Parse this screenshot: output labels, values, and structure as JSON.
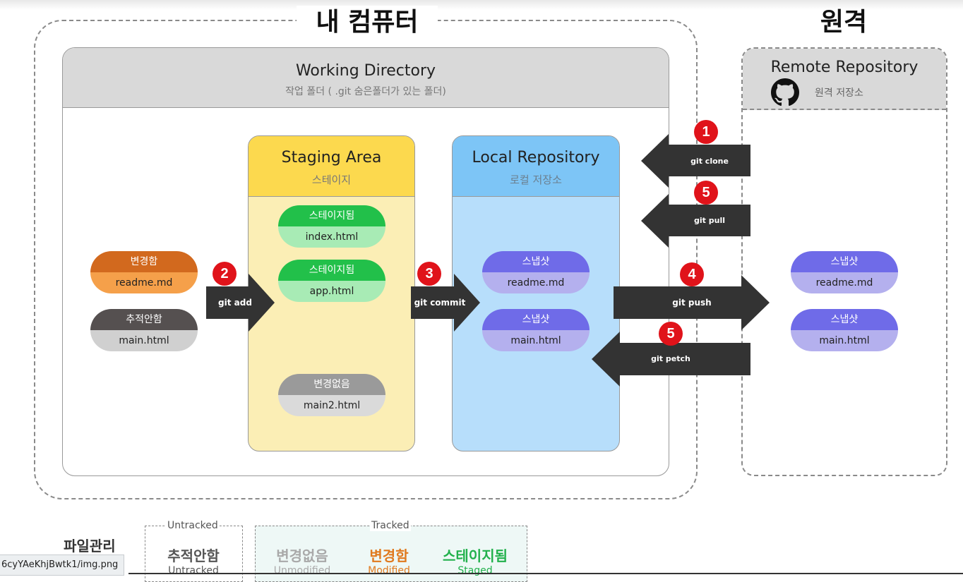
{
  "titles": {
    "local": "내 컴퓨터",
    "remote": "원격"
  },
  "working_dir": {
    "title": "Working Directory",
    "subtitle": "작업 폴더 ( .git 숨은폴더가 있는 폴더)"
  },
  "staging": {
    "title": "Staging Area",
    "subtitle": "스테이지"
  },
  "local_repo": {
    "title": "Local Repository",
    "subtitle": "로컬 저장소"
  },
  "remote_repo": {
    "title": "Remote Repository",
    "subtitle": "원격 저장소"
  },
  "pills": {
    "wd_modified": {
      "status": "변경함",
      "file": "readme.md"
    },
    "wd_untracked": {
      "status": "추적안함",
      "file": "main.html"
    },
    "st_index": {
      "status": "스테이지됨",
      "file": "index.html"
    },
    "st_app": {
      "status": "스테이지됨",
      "file": "app.html"
    },
    "st_main2": {
      "status": "변경없음",
      "file": "main2.html"
    },
    "lr_readme": {
      "status": "스냅샷",
      "file": "readme.md"
    },
    "lr_main": {
      "status": "스냅샷",
      "file": "main.html"
    },
    "rr_readme": {
      "status": "스냅샷",
      "file": "readme.md"
    },
    "rr_main": {
      "status": "스냅샷",
      "file": "main.html"
    }
  },
  "arrows": {
    "add": {
      "num": "2",
      "label": "git add"
    },
    "commit": {
      "num": "3",
      "label": "git commit"
    },
    "clone": {
      "num": "1",
      "label": "git clone"
    },
    "pull": {
      "num": "5",
      "label": "git pull"
    },
    "push": {
      "num": "4",
      "label": "git push"
    },
    "fetch": {
      "num": "5",
      "label": "git petch"
    }
  },
  "legend": {
    "heading": "파일관리",
    "untracked_caption": "Untracked",
    "tracked_caption": "Tracked",
    "items": [
      {
        "ko": "추적안함",
        "en": "Untracked",
        "color": "#555555"
      },
      {
        "ko": "변경없음",
        "en": "Unmodified",
        "color": "#a9a9a9"
      },
      {
        "ko": "변경함",
        "en": "Modified",
        "color": "#e07a1f"
      },
      {
        "ko": "스테이지됨",
        "en": "Staged",
        "color": "#22b14c"
      }
    ]
  },
  "status_bar": {
    "url": "6cyYAeKhjBwtk1/img.png"
  },
  "colors": {
    "modified_top": "#d2691e",
    "modified_bot": "#f5a04a",
    "untracked_top": "#555050",
    "untracked_bot": "#d0d0d0",
    "staged_top": "#22c04a",
    "staged_bot": "#a8ebb5",
    "unmod_top": "#9a9a9a",
    "unmod_bot": "#dadada",
    "snap_top": "#6f6be8",
    "snap_bot": "#b4b0ee",
    "arrow": "#333333",
    "badge": "#e0131a"
  }
}
